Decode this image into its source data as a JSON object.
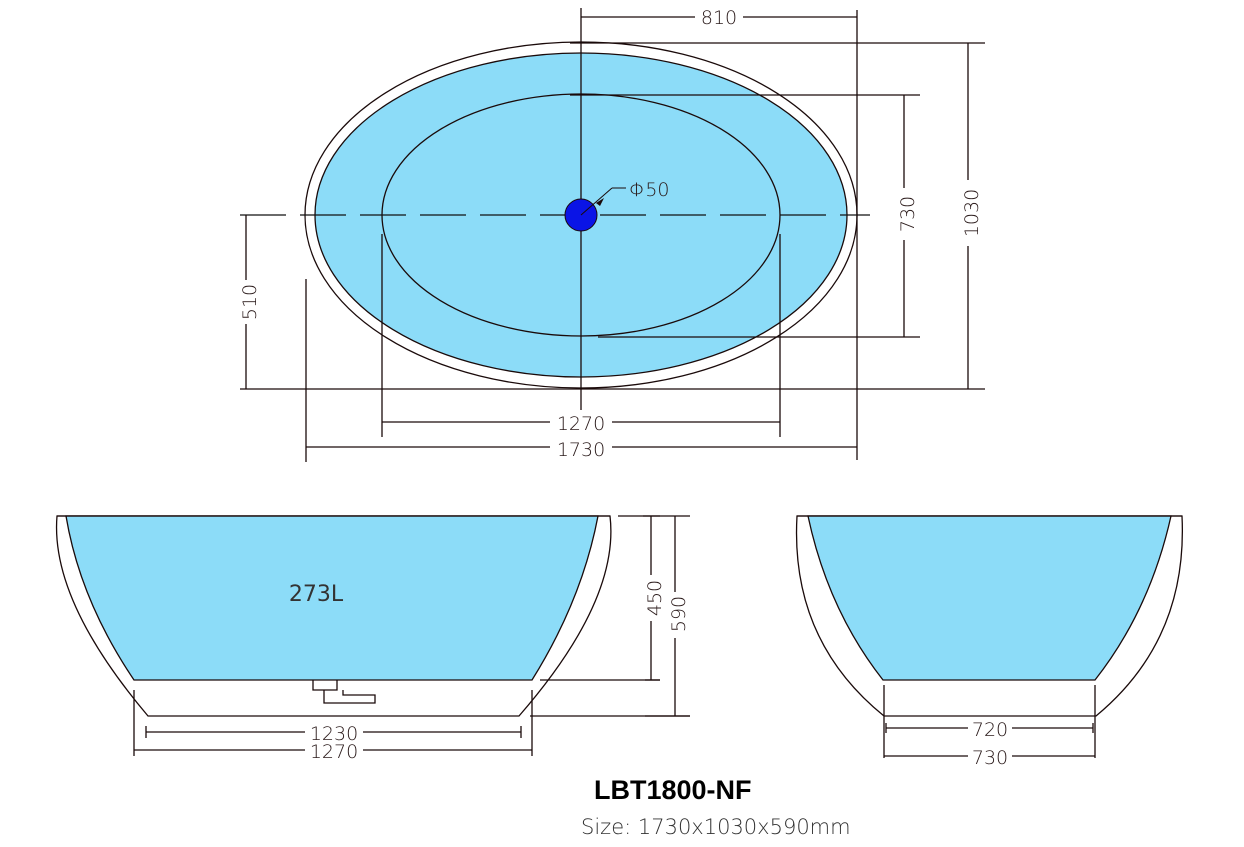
{
  "colors": {
    "water_fill": "#8cdcf8",
    "drain_fill": "#0a14e6",
    "line": "#1a0a0a",
    "background": "#ffffff"
  },
  "top_view": {
    "dim_drain_offset": "810",
    "dim_inner_width": "730",
    "dim_outer_width": "1030",
    "dim_center_offset": "510",
    "dim_inner_length": "1270",
    "dim_outer_length": "1730",
    "drain_label": "Φ50"
  },
  "side_view": {
    "volume_label": "273L",
    "dim_inner_depth": "450",
    "dim_total_height": "590",
    "dim_base_inner": "1230",
    "dim_base_outer": "1270"
  },
  "end_view": {
    "dim_base_inner": "720",
    "dim_base_outer": "730"
  },
  "product": {
    "model": "LBT1800-NF",
    "size": "Size: 1730x1030x590mm"
  }
}
